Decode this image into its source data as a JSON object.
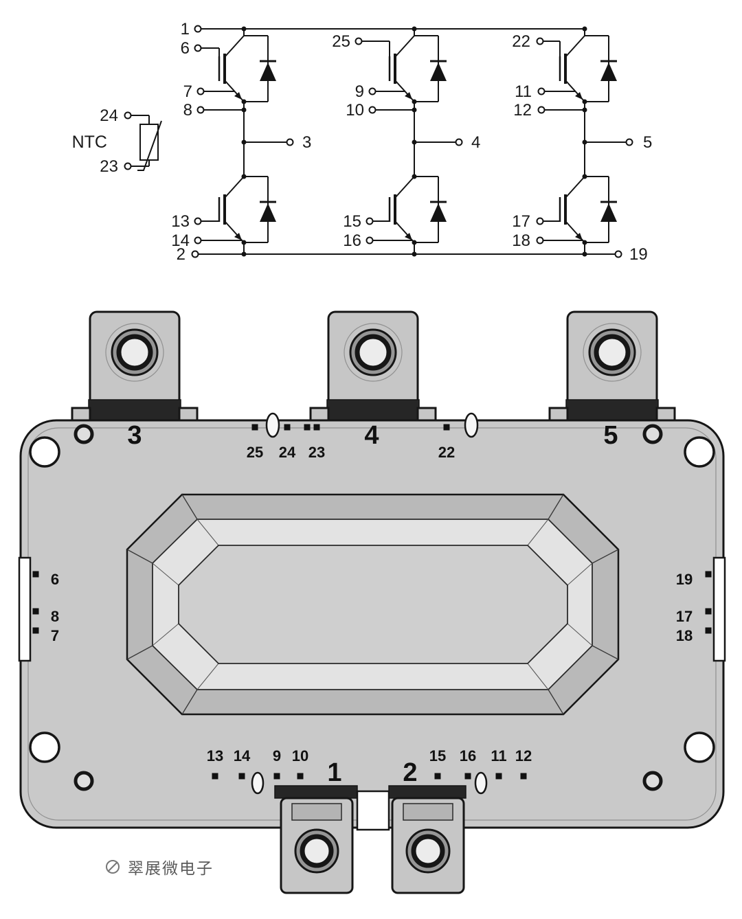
{
  "figure": {
    "background": "#ffffff"
  },
  "schematic": {
    "ntc": {
      "label": "NTC",
      "pin_top": "24",
      "pin_bottom": "23"
    },
    "dc_plus_pin": "1",
    "dc_minus_pin_left": "2",
    "dc_minus_pin_right": "19",
    "legs": [
      {
        "top_gate": "6",
        "top_aux1": "7",
        "top_aux2": "8",
        "output": "3",
        "bottom_gate": "13",
        "bottom_aux": "14"
      },
      {
        "top_gate": "25",
        "top_aux1": "9",
        "top_aux2": "10",
        "output": "4",
        "bottom_gate": "15",
        "bottom_aux": "16"
      },
      {
        "top_gate": "22",
        "top_aux1": "11",
        "top_aux2": "12",
        "output": "5",
        "bottom_gate": "17",
        "bottom_aux": "18"
      }
    ]
  },
  "package": {
    "top_terminals": [
      "3",
      "4",
      "5"
    ],
    "bottom_terminals": [
      "1",
      "2"
    ],
    "top_edge_pins": [
      "25",
      "24",
      "23",
      "22"
    ],
    "left_edge_pins": [
      "6",
      "8",
      "7"
    ],
    "right_edge_pins": [
      "19",
      "17",
      "18"
    ],
    "bottom_edge_pins_left": [
      "13",
      "14",
      "9",
      "10"
    ],
    "bottom_edge_pins_right": [
      "15",
      "16",
      "11",
      "12"
    ],
    "watermark": "翠展微电子"
  },
  "colors": {
    "line": "#141414",
    "body_gray": "#c9c9c9",
    "band_dark": "#262626"
  }
}
